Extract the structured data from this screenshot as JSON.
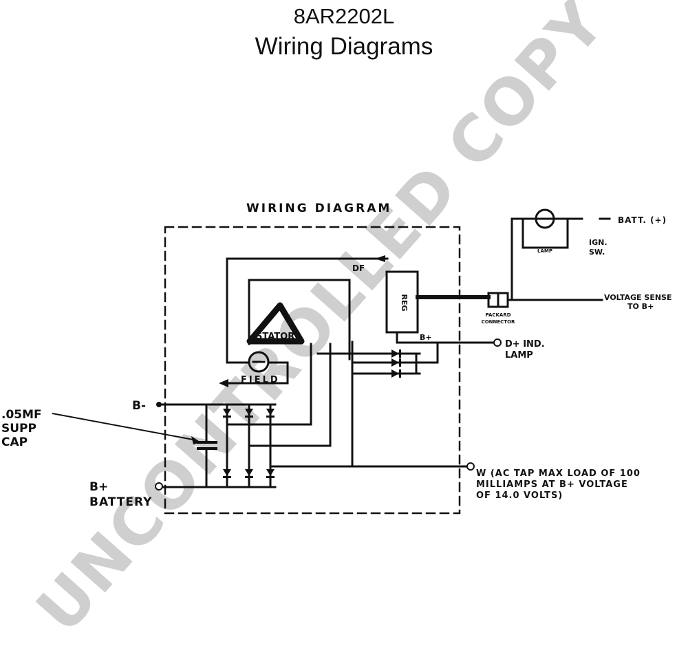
{
  "header": {
    "part_number": "8AR2202L",
    "subtitle": "Wiring Diagrams"
  },
  "diagram": {
    "heading": "WIRING DIAGRAM",
    "labels": {
      "df": "DF",
      "reg": "REG",
      "stator": "STATOR",
      "field": "FIELD",
      "b_plus_internal": "B+",
      "b_minus": "B-",
      "cap_value": ".05MF",
      "cap_l2": "SUPP",
      "cap_l3": "CAP",
      "batt_l1": "B+",
      "batt_l2": "BATTERY",
      "batt_pos": "BATT. (+)",
      "ign_l1": "IGN.",
      "ign_l2": "SW.",
      "lamp": "LAMP",
      "packard_l1": "PACKARD",
      "packard_l2": "CONNECTOR",
      "vsense_l1": "VOLTAGE SENSE",
      "vsense_l2": "TO B+",
      "dplus_l1": "D+ IND.",
      "dplus_l2": "LAMP",
      "w_l1": "W (AC TAP MAX LOAD OF 100",
      "w_l2": "MILLIAMPS AT B+ VOLTAGE",
      "w_l3": "OF 14.0 VOLTS)"
    }
  },
  "watermark": "UNCONTROLLED COPY",
  "colors": {
    "ink": "#111111",
    "watermark": "#cfcfcf"
  }
}
